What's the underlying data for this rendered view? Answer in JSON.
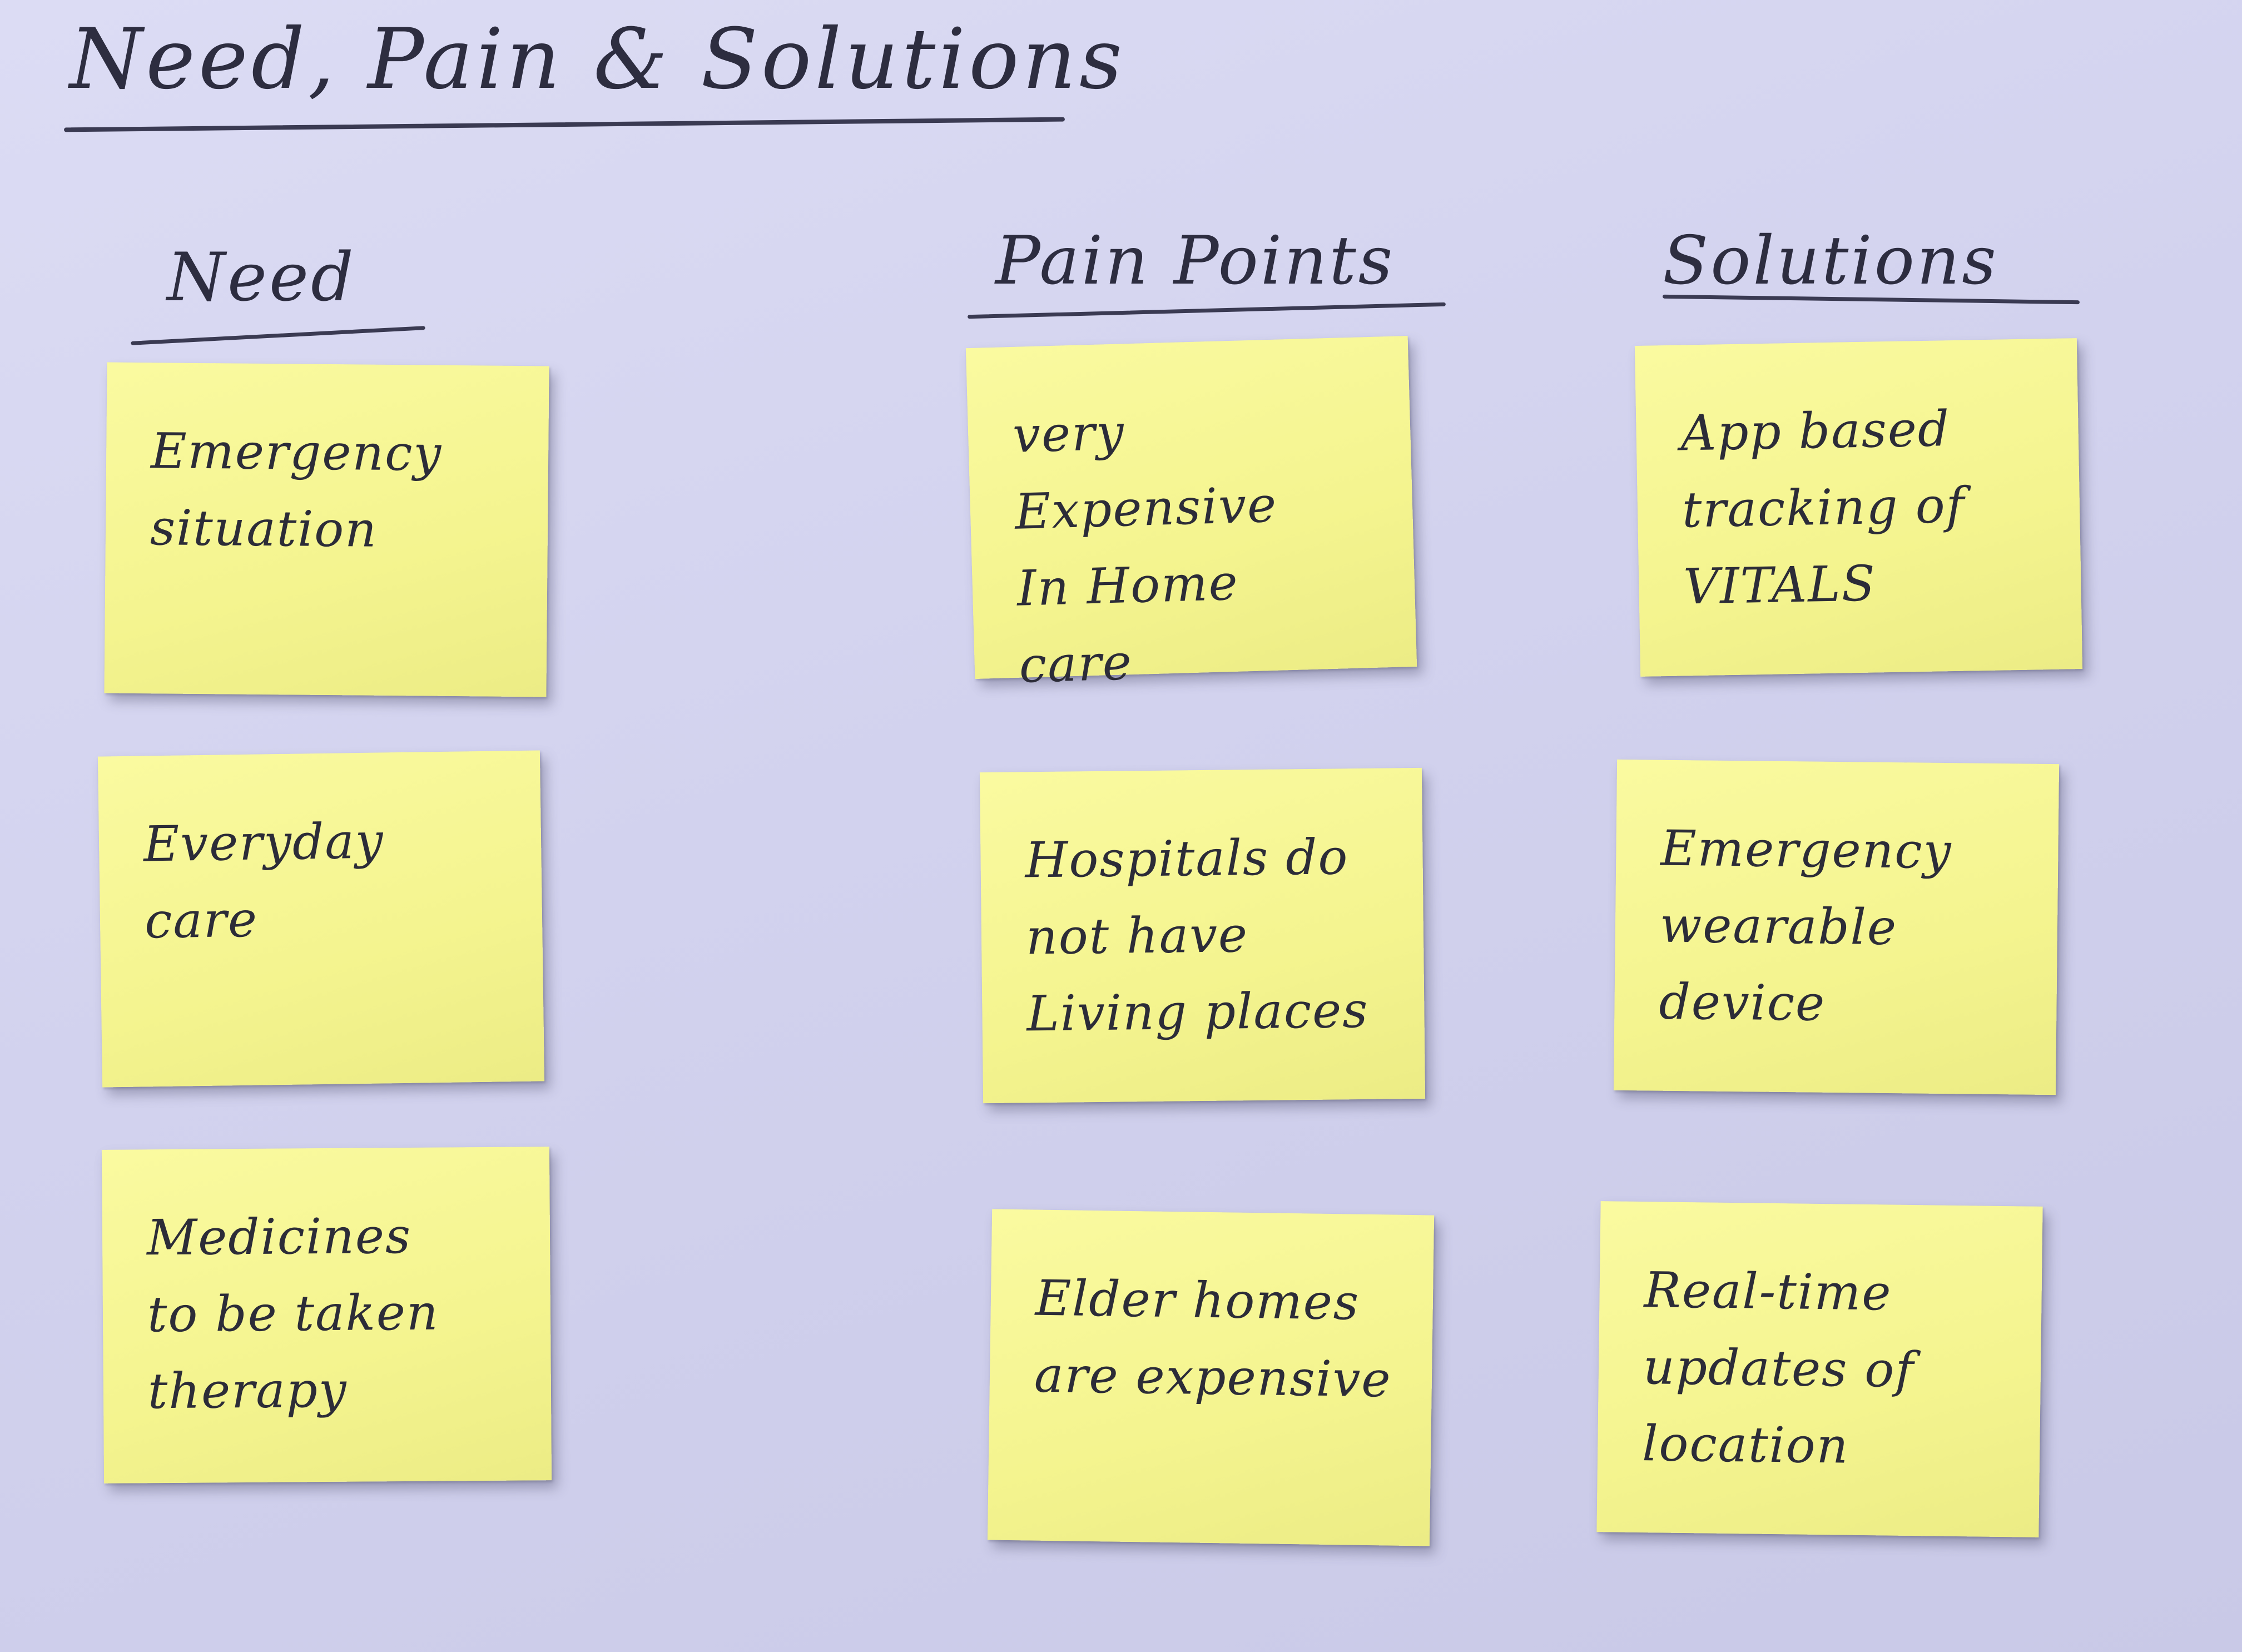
{
  "title": "Need, Pain & Solutions",
  "columns": {
    "need": {
      "header": "Need",
      "notes": [
        "Emergency\nsituation",
        "Everyday\ncare",
        "Medicines\nto be taken\ntherapy"
      ]
    },
    "pain_points": {
      "header": "Pain Points",
      "notes": [
        "very\nExpensive\nIn Home\ncare",
        "Hospitals do\nnot have\nLiving places",
        "Elder homes\nare expensive"
      ]
    },
    "solutions": {
      "header": "Solutions",
      "notes": [
        "App based\ntracking of\nVITALS",
        "Emergency\nwearable\ndevice",
        "Real-time\nupdates of\nlocation"
      ]
    }
  },
  "colors": {
    "paper": "#d2d2ee",
    "sticky_note": "#f4f48f",
    "ink": "#2c2c38"
  }
}
